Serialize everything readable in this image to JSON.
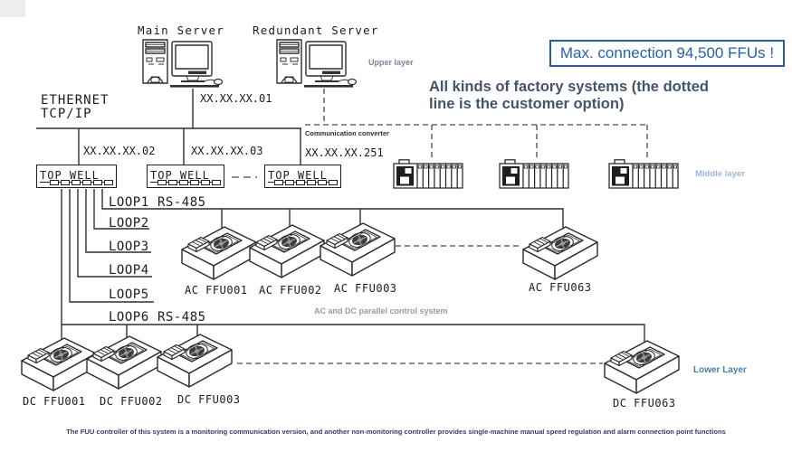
{
  "header": {
    "main_server": "Main Server",
    "redundant_server": "Redundant Server",
    "max_connection": "Max. connection 94,500 FFUs !",
    "upper_layer": "Upper layer"
  },
  "network": {
    "ethernet_line1": "ETHERNET",
    "ethernet_line2": "TCP/IP",
    "ip_main": "XX.XX.XX.01",
    "ip_02": "XX.XX.XX.02",
    "ip_03": "XX.XX.XX.03",
    "ip_251": "XX.XX.XX.251",
    "comm_converter": "Communication converter",
    "top_well": "TOP WELL"
  },
  "factory": {
    "title": "All kinds of factory systems (the dotted line is the customer option)",
    "middle_layer": "Middle layer"
  },
  "loops": {
    "labels": [
      "LOOP1",
      "LOOP2",
      "LOOP3",
      "LOOP4",
      "LOOP5",
      "LOOP6"
    ],
    "rs485": "RS-485"
  },
  "ffus": {
    "ac": [
      "AC FFU001",
      "AC FFU002",
      "AC FFU003",
      "AC FFU063"
    ],
    "dc": [
      "DC FFU001",
      "DC FFU002",
      "DC FFU003",
      "DC FFU063"
    ],
    "parallel_note": "AC and DC parallel control system",
    "lower_layer": "Lower Layer"
  },
  "footer": {
    "note": "The FUU controller of this system is a monitoring communication version, and another non-monitoring controller provides single-machine manual speed regulation and alarm connection point functions"
  },
  "colors": {
    "line": "#2f2f2f",
    "accent_blue": "#2563a8",
    "title_text": "#44546a",
    "upper_layer": "#8d7aa1",
    "middle_layer": "#9db6d2",
    "lower_layer": "#4b7dad",
    "note_purple": "#473366",
    "gray_note": "#9b9b9b"
  }
}
